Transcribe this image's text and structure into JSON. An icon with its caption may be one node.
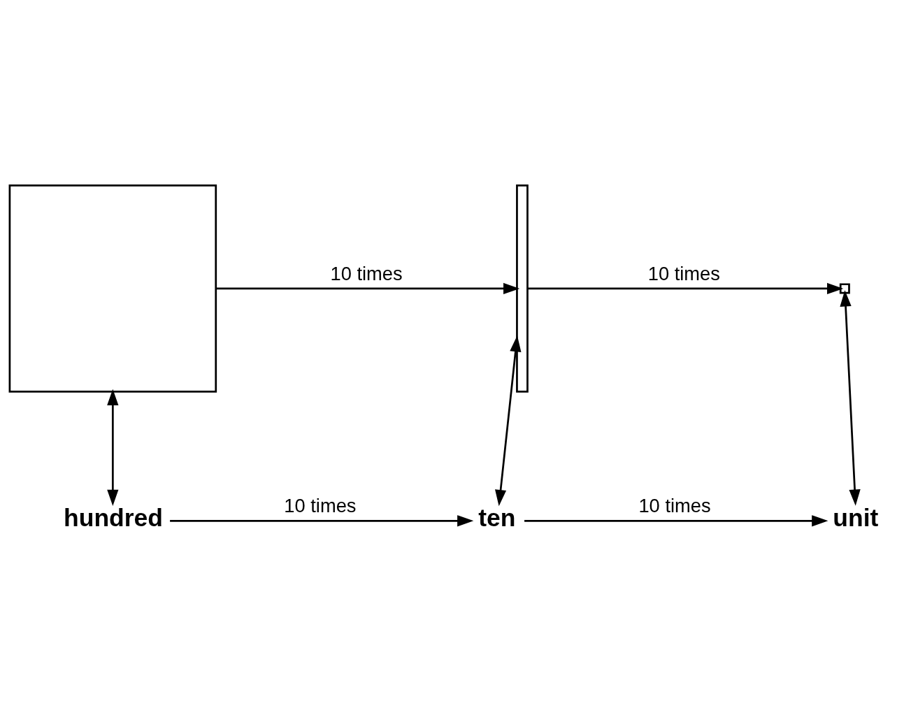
{
  "diagram": {
    "nodes": [
      {
        "text": [],
        "shape": "box"
      },
      {
        "text": [],
        "shape": "bar"
      },
      {
        "text": [],
        "shape": "box"
      },
      {
        "text": [
          "hundred"
        ]
      },
      {
        "text": [
          "ten"
        ]
      },
      {
        "text": [
          "unit"
        ]
      }
    ],
    "edges": [
      {
        "from": 0,
        "to": 1,
        "arrow": "to",
        "label": "10 times"
      },
      {
        "from": 1,
        "to": 2,
        "arrow": "to",
        "label": "10 times"
      },
      {
        "from": 0,
        "to": 3,
        "arrow": "both"
      },
      {
        "from": 1,
        "to": 4,
        "arrow": "both"
      },
      {
        "from": 2,
        "to": 5,
        "arrow": "both"
      },
      {
        "from": 3,
        "to": 4,
        "arrow": "to",
        "label": "10 times"
      },
      {
        "from": 4,
        "to": 5,
        "arrow": "to",
        "label": "10 times"
      }
    ]
  }
}
